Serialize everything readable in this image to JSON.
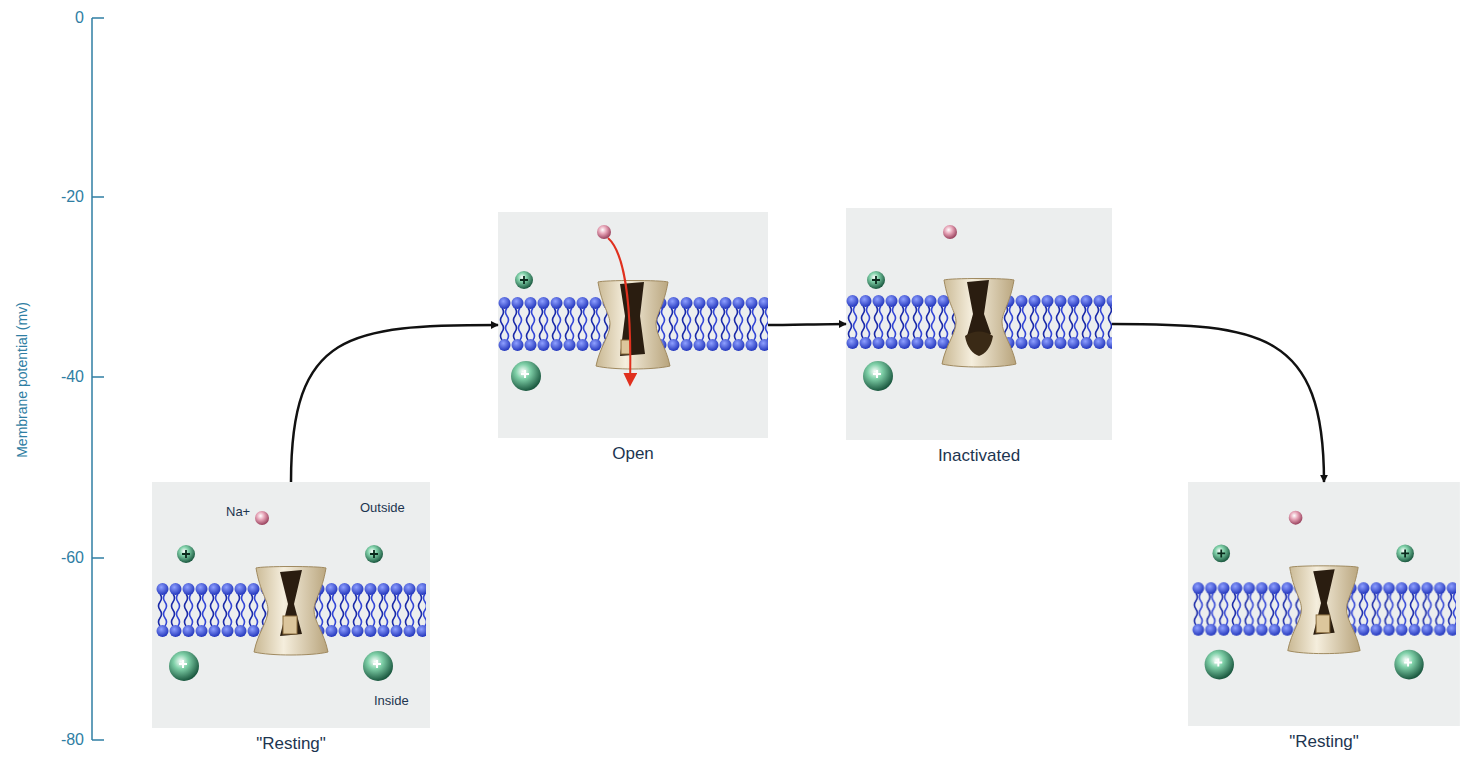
{
  "diagram": {
    "nodes": [
      {
        "text": [
          "\"Resting\""
        ]
      },
      {
        "text": [
          "Open"
        ]
      },
      {
        "text": [
          "Inactivated"
        ]
      },
      {
        "text": [
          "\"Resting\""
        ]
      }
    ],
    "edges": [
      {
        "from": 0,
        "to": 1,
        "arrow": "to"
      },
      {
        "from": 1,
        "to": 2,
        "arrow": "to"
      },
      {
        "from": 2,
        "to": 3,
        "arrow": "to"
      }
    ],
    "labels": [
      "Membrane potential (mv)",
      "0",
      "-20",
      "-40",
      "-60",
      "-80",
      "Na+",
      "Outside",
      "Inside"
    ]
  }
}
